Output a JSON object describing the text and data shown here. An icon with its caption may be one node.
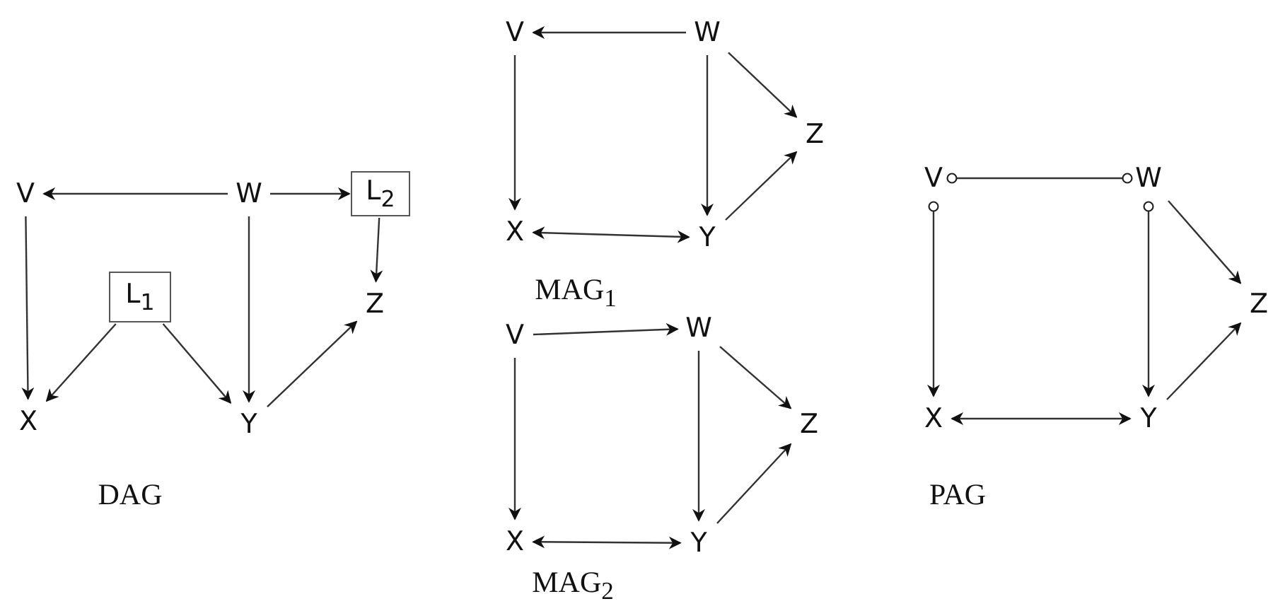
{
  "diagram": {
    "nodes": [
      {
        "text": [
          "V"
        ]
      },
      {
        "text": [
          "W"
        ]
      },
      {
        "text": [
          "L$_{2}$"
        ]
      },
      {
        "text": [
          "L$_{1}$"
        ]
      },
      {
        "text": [
          "Z"
        ]
      },
      {
        "text": [
          "X"
        ]
      },
      {
        "text": [
          "Y"
        ]
      },
      {
        "text": [
          "V"
        ]
      },
      {
        "text": [
          "W"
        ]
      },
      {
        "text": [
          "Z"
        ]
      },
      {
        "text": [
          "X"
        ]
      },
      {
        "text": [
          "Y"
        ]
      },
      {
        "text": [
          "V"
        ]
      },
      {
        "text": [
          "W"
        ]
      },
      {
        "text": [
          "Z"
        ]
      },
      {
        "text": [
          "X"
        ]
      },
      {
        "text": [
          "Y"
        ]
      },
      {
        "text": [
          "V"
        ]
      },
      {
        "text": [
          "W"
        ]
      },
      {
        "text": [
          "Z"
        ]
      },
      {
        "text": [
          "X"
        ]
      },
      {
        "text": [
          "Y"
        ]
      }
    ],
    "edges": [
      {
        "from": 1,
        "to": 0,
        "arrow": "to"
      },
      {
        "from": 1,
        "to": 2,
        "arrow": "to"
      },
      {
        "from": 2,
        "to": 4,
        "arrow": "to"
      },
      {
        "from": 3,
        "to": 5,
        "arrow": "to"
      },
      {
        "from": 3,
        "to": 6,
        "arrow": "to"
      },
      {
        "from": 1,
        "to": 6,
        "arrow": "to"
      },
      {
        "from": 0,
        "to": 5,
        "arrow": "to"
      },
      {
        "from": 6,
        "to": 4,
        "arrow": "to"
      },
      {
        "from": 8,
        "to": 7,
        "arrow": "to"
      },
      {
        "from": 8,
        "to": 9,
        "arrow": "to"
      },
      {
        "from": 8,
        "to": 11,
        "arrow": "to"
      },
      {
        "from": 7,
        "to": 10,
        "arrow": "to"
      },
      {
        "from": 10,
        "to": 11,
        "arrow": "both"
      },
      {
        "from": 11,
        "to": 9,
        "arrow": "to"
      },
      {
        "from": 12,
        "to": 13,
        "arrow": "to"
      },
      {
        "from": 13,
        "to": 14,
        "arrow": "to"
      },
      {
        "from": 13,
        "to": 16,
        "arrow": "to"
      },
      {
        "from": 12,
        "to": 15,
        "arrow": "to"
      },
      {
        "from": 15,
        "to": 16,
        "arrow": "both"
      },
      {
        "from": 16,
        "to": 14,
        "arrow": "to"
      },
      {
        "from": 17,
        "to": 18,
        "arrow": "other"
      },
      {
        "from": 17,
        "to": 20,
        "arrow": "to"
      },
      {
        "from": 18,
        "to": 21,
        "arrow": "to"
      },
      {
        "from": 18,
        "to": 19,
        "arrow": "to"
      },
      {
        "from": 20,
        "to": 21,
        "arrow": "both"
      },
      {
        "from": 21,
        "to": 19,
        "arrow": "to"
      }
    ],
    "labels": [
      "DAG",
      "MAG$_{1}$",
      "MAG$_{2}$",
      "PAG"
    ]
  }
}
